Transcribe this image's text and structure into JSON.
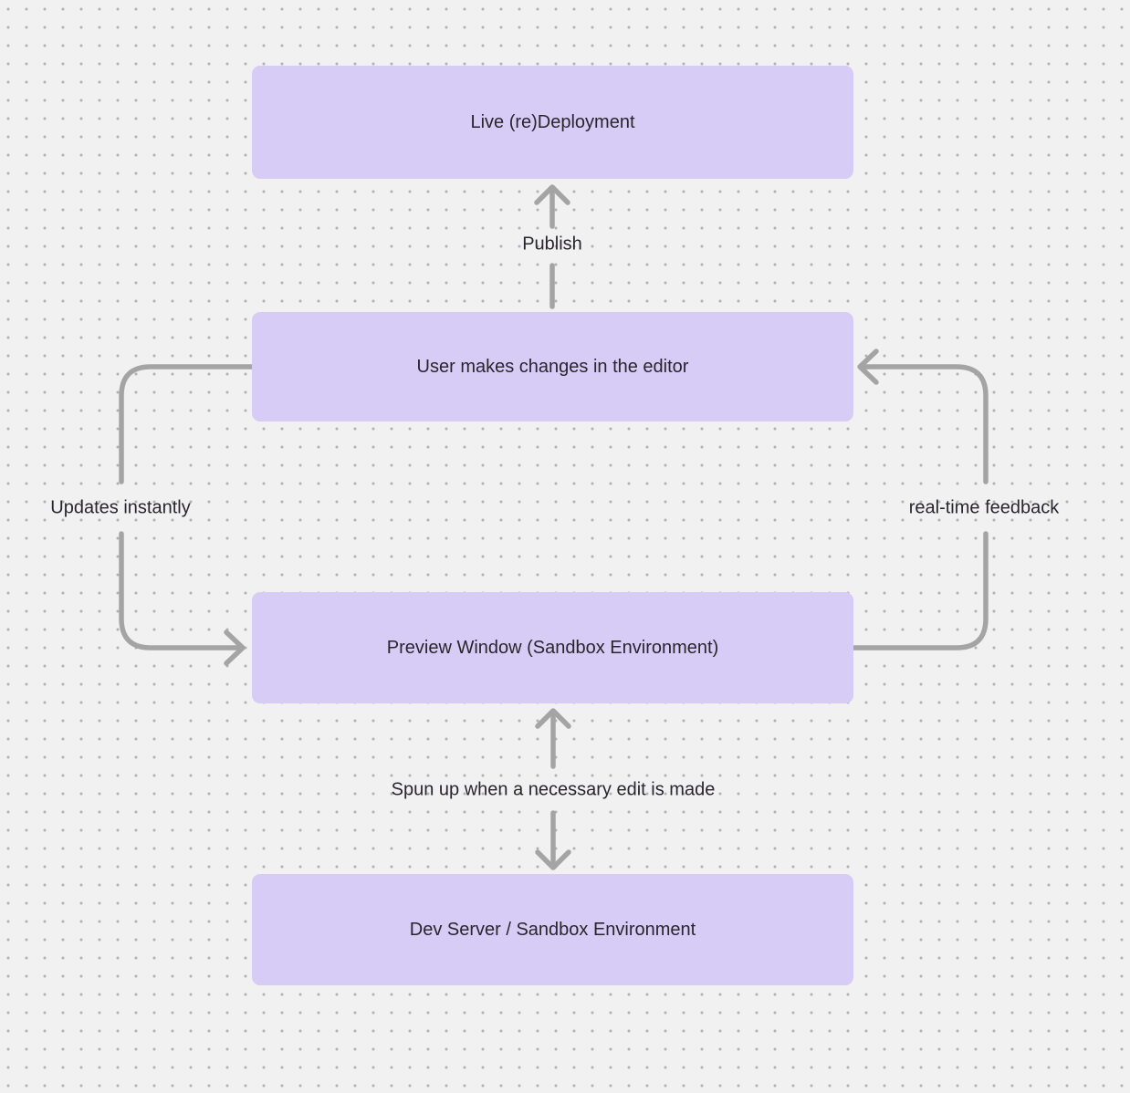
{
  "diagram": {
    "type": "flowchart",
    "colors": {
      "background": "#f2f1f2",
      "grid_dot": "#b2b0b3",
      "node_fill": "#d7ccf5",
      "text": "#28262c",
      "arrow": "#a5a4a5"
    },
    "nodes": [
      {
        "id": "live-redeployment",
        "label": "Live (re)Deployment"
      },
      {
        "id": "editor",
        "label": "User makes changes in the editor"
      },
      {
        "id": "preview-window",
        "label": "Preview Window (Sandbox Environment)"
      },
      {
        "id": "dev-server",
        "label": "Dev Server / Sandbox Environment"
      }
    ],
    "edges": [
      {
        "id": "publish",
        "from": "editor",
        "to": "live-redeployment",
        "label": "Publish"
      },
      {
        "id": "updates-instantly",
        "from": "editor",
        "to": "preview-window",
        "label": "Updates instantly"
      },
      {
        "id": "real-time-feedback",
        "from": "preview-window",
        "to": "editor",
        "label": "real-time feedback"
      },
      {
        "id": "spun-up",
        "from": "dev-server",
        "to": "preview-window",
        "label": "Spun up when a necessary edit is made",
        "bidirectional": true
      }
    ]
  }
}
